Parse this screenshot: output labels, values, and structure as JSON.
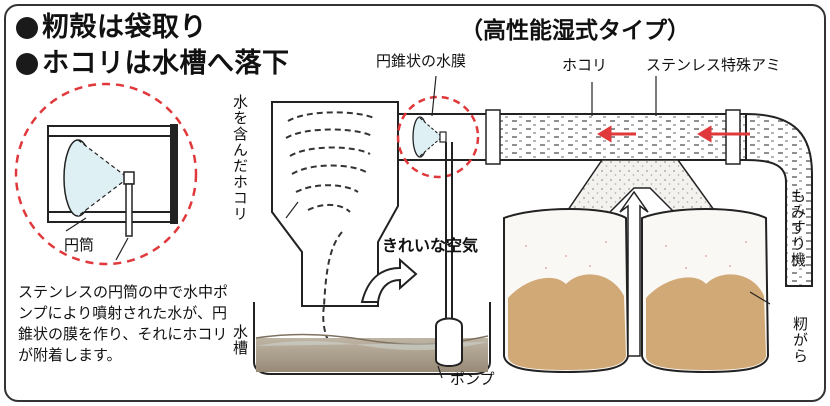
{
  "headings": {
    "line1": "籾殻は袋取り",
    "line2": "ホコリは水槽へ落下"
  },
  "type_label": "（高性能湿式タイプ）",
  "labels": {
    "conical_film": "円錐状の水膜",
    "dust": "ホコリ",
    "stainless_mesh": "ステンレス特殊アミ",
    "water_dust": "水を含んだホコリ",
    "cylinder": "円筒",
    "clean_air": "きれいな空気",
    "huller": "もみすり機",
    "tank": "水槽",
    "pump": "ポンプ",
    "husks": "籾がら"
  },
  "description": "ステンレスの円筒の中で水中ポンプにより噴射された水が、円錐状の膜を作り、それにホコリが附着します。",
  "colors": {
    "accent_red": "#e0383b",
    "water_blue": "#dff0f4",
    "sediment": "#a89a86",
    "husk_fill": "#d1a977"
  }
}
